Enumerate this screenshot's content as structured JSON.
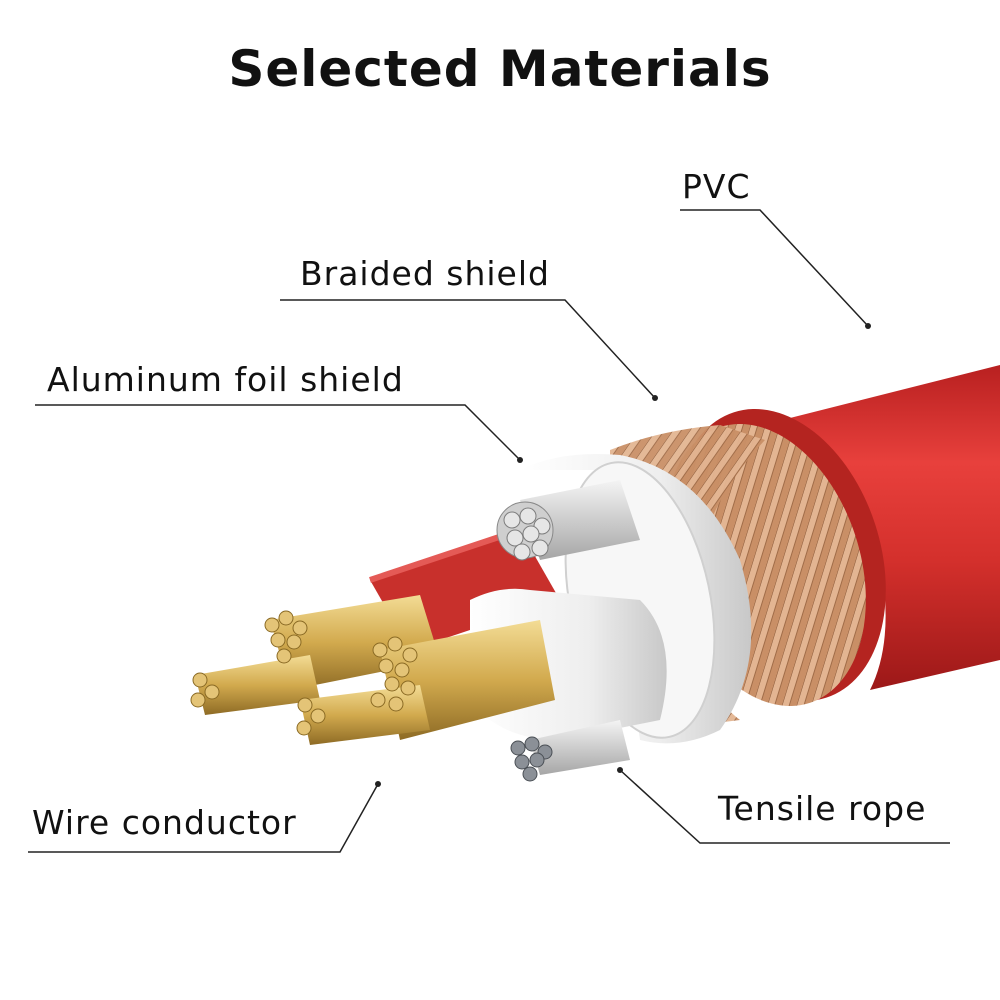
{
  "title": "Selected Materials",
  "labels": {
    "pvc": "PVC",
    "braided_shield": "Braided shield",
    "aluminum_foil_shield": "Aluminum foil shield",
    "wire_conductor": "Wire conductor",
    "tensile_rope": "Tensile rope"
  },
  "colors": {
    "jacket": "#d9302e",
    "jacket_dark": "#a81c1c",
    "braid": "#c89068",
    "foil": "#e7e7e7",
    "conductor": "#d6b25a",
    "rope": "#8a8f96",
    "leader": "#222222"
  }
}
